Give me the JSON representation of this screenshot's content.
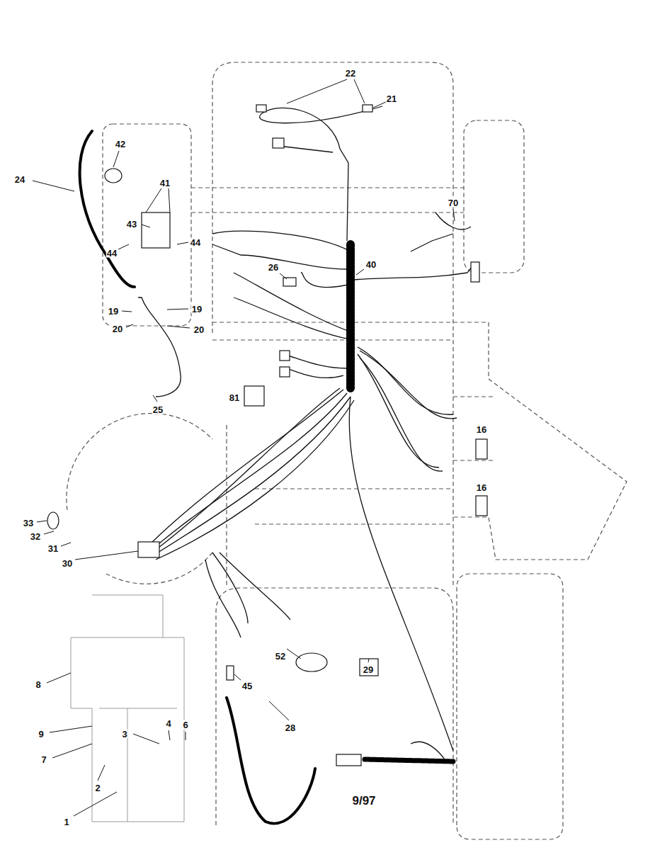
{
  "diagram": {
    "labels": [
      "22",
      "21",
      "42",
      "41",
      "24",
      "43",
      "44",
      "44",
      "70",
      "26",
      "40",
      "19",
      "19",
      "20",
      "20",
      "25",
      "81",
      "16",
      "16",
      "33",
      "32",
      "31",
      "30",
      "8",
      "52",
      "45",
      "29",
      "28",
      "9",
      "7",
      "3",
      "4",
      "6",
      "2",
      "1",
      "9/97"
    ]
  }
}
